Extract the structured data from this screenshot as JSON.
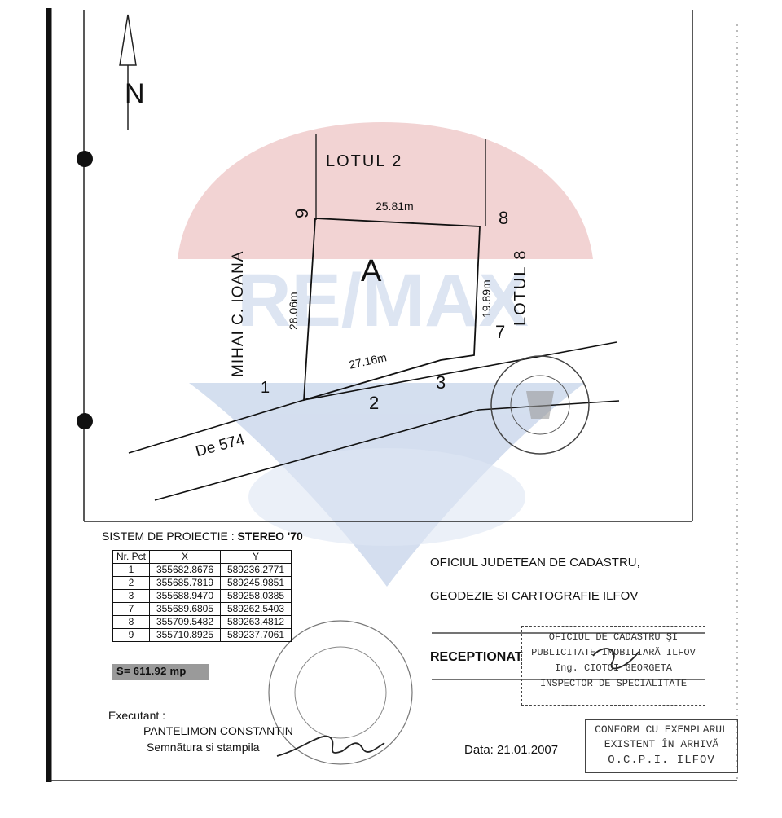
{
  "plan": {
    "north_label": "N",
    "lot_top": "LOTUL 2",
    "lot_right": "LOTUL 8",
    "neighbor_left": "MIHAI C. IOANA",
    "road": "De 574",
    "parcel_letter": "A",
    "dims": {
      "top": "25.81m",
      "left": "28.06m",
      "right": "19.89m",
      "bottom": "27.16m"
    },
    "points": {
      "p1": "1",
      "p2": "2",
      "p3": "3",
      "p7": "7",
      "p8": "8",
      "p9": "9"
    }
  },
  "projection": {
    "label": "SISTEM  DE PROIECTIE : ",
    "value": "STEREO '70"
  },
  "coordinates": {
    "headers": [
      "Nr. Pct",
      "X",
      "Y"
    ],
    "rows": [
      [
        "1",
        "355682.8676",
        "589236.2771"
      ],
      [
        "2",
        "355685.7819",
        "589245.9851"
      ],
      [
        "3",
        "355688.9470",
        "589258.0385"
      ],
      [
        "7",
        "355689.6805",
        "589262.5403"
      ],
      [
        "8",
        "355709.5482",
        "589263.4812"
      ],
      [
        "9",
        "355710.8925",
        "589237.7061"
      ]
    ]
  },
  "area": "S=  611.92 mp",
  "office": {
    "line1": "OFICIUL JUDETEAN DE CADASTRU,",
    "line2": "GEODEZIE SI CARTOGRAFIE ILFOV"
  },
  "receptionat": "RECEPTIONAT",
  "executant": {
    "label": "Executant :",
    "name": "PANTELIMON CONSTANTIN",
    "signature_label": "Semnătura si stampila"
  },
  "date": "Data: 21.01.2007",
  "reception_stamp": {
    "line1": "OFICIUL DE CADASTRU ŞI",
    "line2": "PUBLICITATE IMOBILIARĂ ILFOV",
    "line3": "Ing. CIOTOI GEORGETA",
    "line4": "INSPECTOR DE SPECIALITATE"
  },
  "conform_stamp": {
    "line1": "CONFORM CU EXEMPLARUL",
    "line2": "EXISTENT ÎN ARHIVĂ",
    "line3": "O.C.P.I. ILFOV"
  },
  "colors": {
    "watermark_red": "#e9b8b8",
    "watermark_blue": "#b9c9e4",
    "ink": "#111111"
  }
}
